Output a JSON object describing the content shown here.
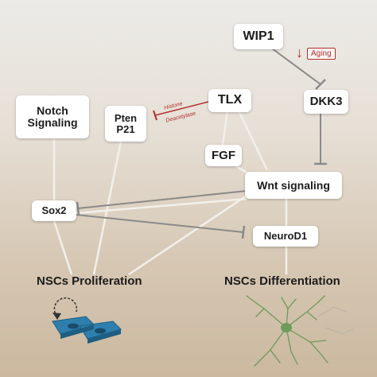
{
  "nodes": {
    "wip1": "WIP1",
    "dkk3": "DKK3",
    "tlx": "TLX",
    "notch": "Notch Signaling",
    "pten": "Pten P21",
    "fgf": "FGF",
    "wnt": "Wnt signaling",
    "sox2": "Sox2",
    "neurod1": "NeuroD1"
  },
  "labels": {
    "aging": "Aging",
    "aging_arrow": "↓",
    "histone": "Histone",
    "deacetylase": "Deacetylase",
    "nsc_proliferation": "NSCs Proliferation",
    "nsc_differentiation": "NSCs Differentiation"
  },
  "colors": {
    "line": "#f2f0ec",
    "inhibition": "#8a8a8a",
    "inhibition_red": "#b3302c",
    "cell_blue": "#2e7fae",
    "neuron_green": "#6e9a5a"
  }
}
